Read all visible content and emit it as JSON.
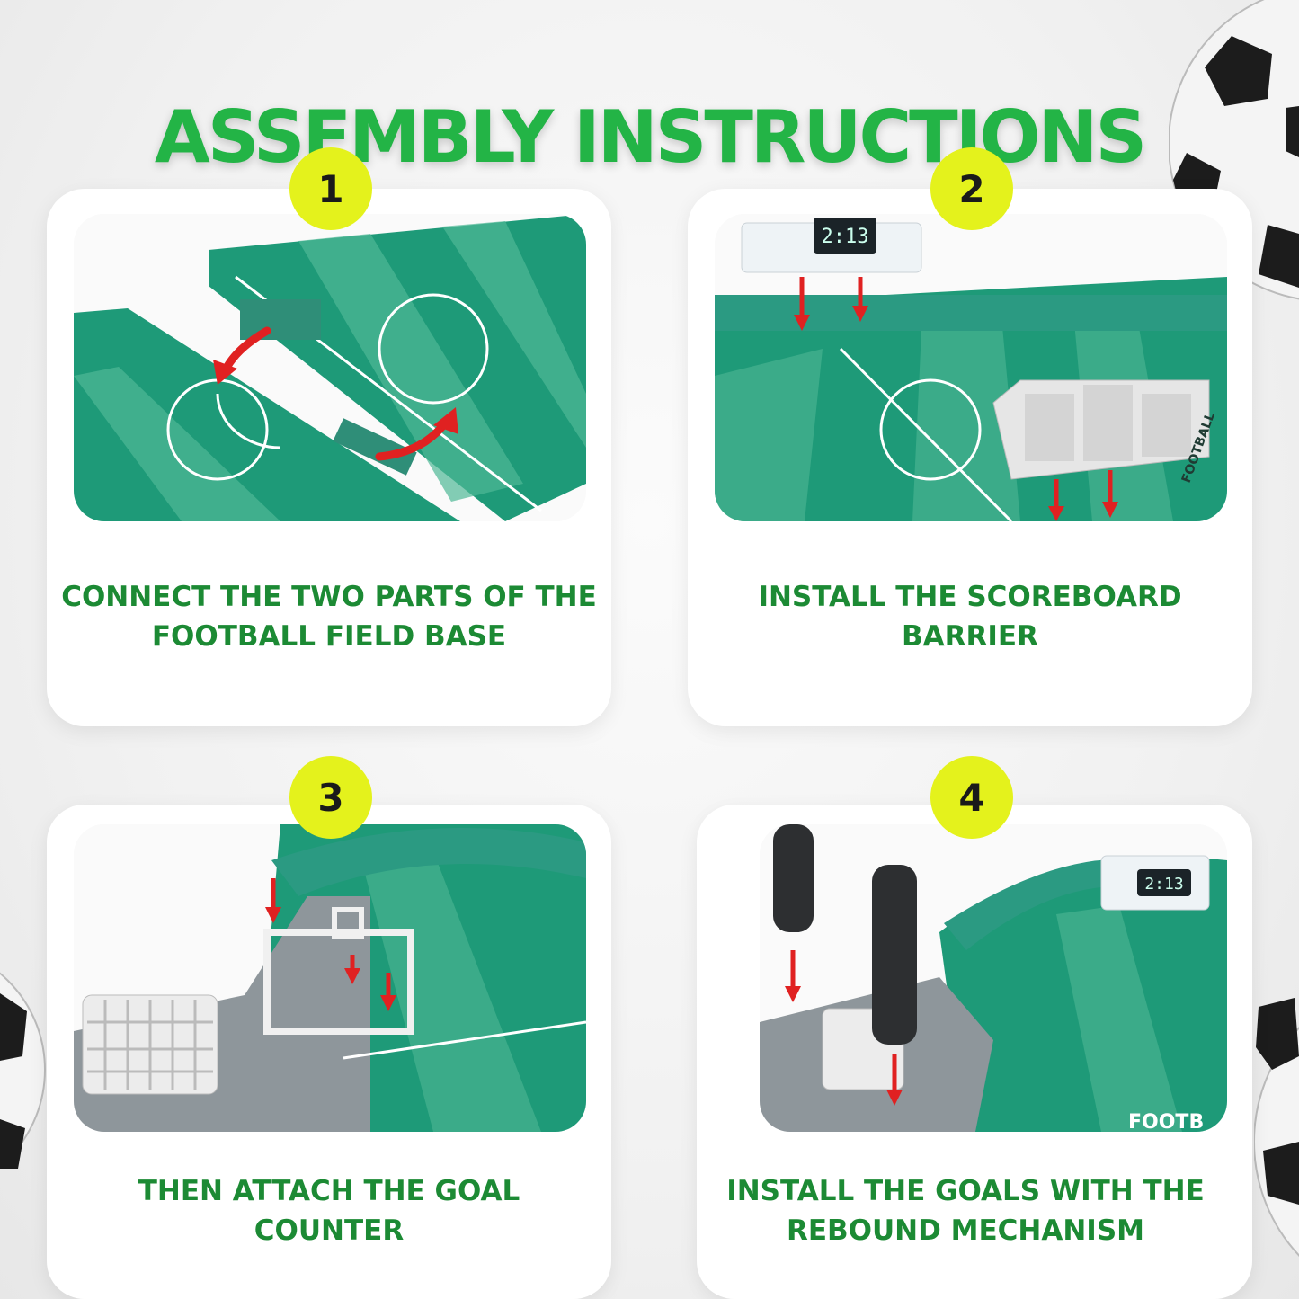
{
  "title": "ASSEMBLY INSTRUCTIONS",
  "colors": {
    "title": "#23b446",
    "caption": "#1c8a34",
    "badge": "#e4f21c",
    "field": "#1e9a78",
    "field_light": "#4fb895",
    "arrow": "#e02121"
  },
  "steps": [
    {
      "number": "1",
      "caption_line1": "CONNECT THE TWO PARTS OF THE",
      "caption_line2": "FOOTBALL FIELD BASE"
    },
    {
      "number": "2",
      "caption_line1": "INSTALL THE SCOREBOARD",
      "caption_line2": "BARRIER",
      "scoreboard": "2:13",
      "brand": "FOOTBALL"
    },
    {
      "number": "3",
      "caption_line1": "THEN ATTACH THE GOAL",
      "caption_line2": "COUNTER"
    },
    {
      "number": "4",
      "caption_line1": "INSTALL THE GOALS WITH THE",
      "caption_line2": "REBOUND MECHANISM",
      "scoreboard": "2:13",
      "brand": "FOOTB"
    }
  ],
  "icons": [
    "soccer-ball-icon",
    "arrow-icon"
  ]
}
